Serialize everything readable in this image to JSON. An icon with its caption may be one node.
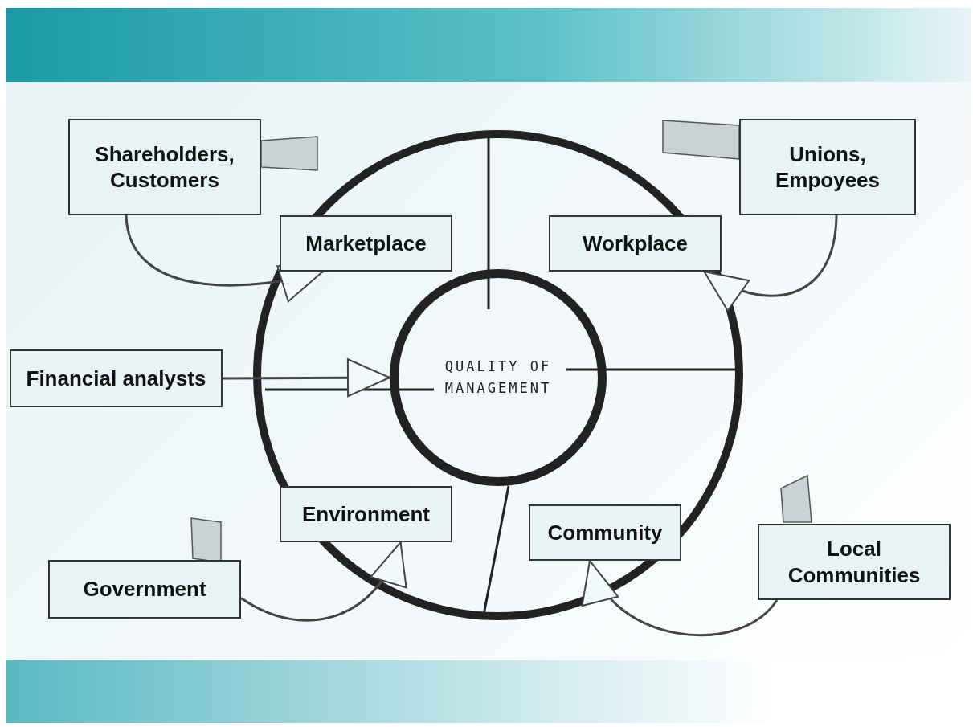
{
  "diagram": {
    "nodes": [
      {
        "text": [
          "Shareholders, Customers"
        ]
      },
      {
        "text": [
          "Marketplace"
        ]
      },
      {
        "text": [
          "Workplace"
        ]
      },
      {
        "text": [
          "Unions, Empoyees"
        ]
      },
      {
        "text": [
          "Financial analysts"
        ]
      },
      {
        "text": [
          "QUALITY OF MANAGEMENT"
        ]
      },
      {
        "text": [
          "Environment"
        ]
      },
      {
        "text": [
          "Community"
        ]
      },
      {
        "text": [
          "Government"
        ]
      },
      {
        "text": [
          "Local Communities"
        ]
      }
    ],
    "edges": [
      {
        "from": 0,
        "to": 1,
        "arrow": "to"
      },
      {
        "from": 3,
        "to": 2,
        "arrow": "to"
      },
      {
        "from": 4,
        "to": 5,
        "arrow": "to"
      },
      {
        "from": 8,
        "to": 6,
        "arrow": "to"
      },
      {
        "from": 9,
        "to": 7,
        "arrow": "to"
      }
    ]
  }
}
